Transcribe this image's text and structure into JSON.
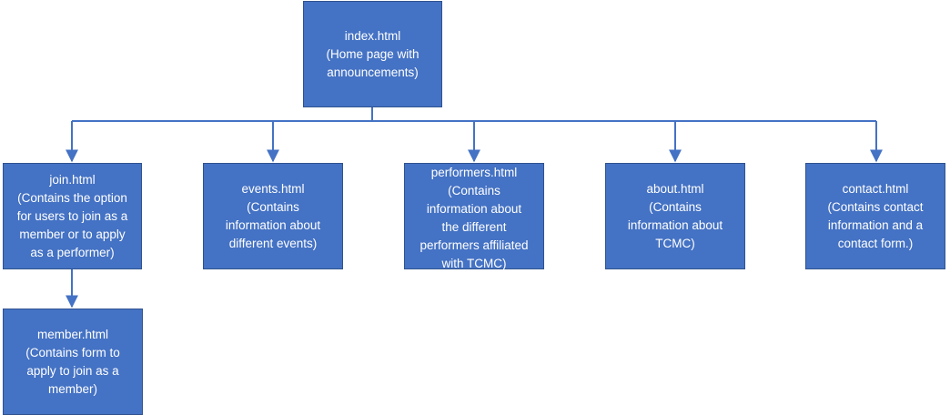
{
  "nodes": {
    "index": {
      "lines": [
        "index.html",
        "(Home page with",
        "announcements)"
      ]
    },
    "join": {
      "lines": [
        "join.html",
        "(Contains the option",
        "for users to join as a",
        "member or to apply",
        "as a performer)"
      ]
    },
    "events": {
      "lines": [
        "events.html",
        "(Contains",
        "information about",
        "different events)"
      ]
    },
    "performers": {
      "lines": [
        "performers.html",
        "(Contains",
        "information about",
        "the different",
        "performers affiliated",
        "with TCMC)"
      ]
    },
    "about": {
      "lines": [
        "about.html",
        "(Contains",
        "information about",
        "TCMC)"
      ]
    },
    "contact": {
      "lines": [
        "contact.html",
        "(Contains contact",
        "information and a",
        "contact form.)"
      ]
    },
    "member": {
      "lines": [
        "member.html",
        "(Contains form to",
        "apply to join as a",
        "member)"
      ]
    }
  },
  "colors": {
    "node_fill": "#4472c4",
    "node_border": "#2f528f",
    "node_text": "#ffffff",
    "connector": "#4472c4"
  }
}
